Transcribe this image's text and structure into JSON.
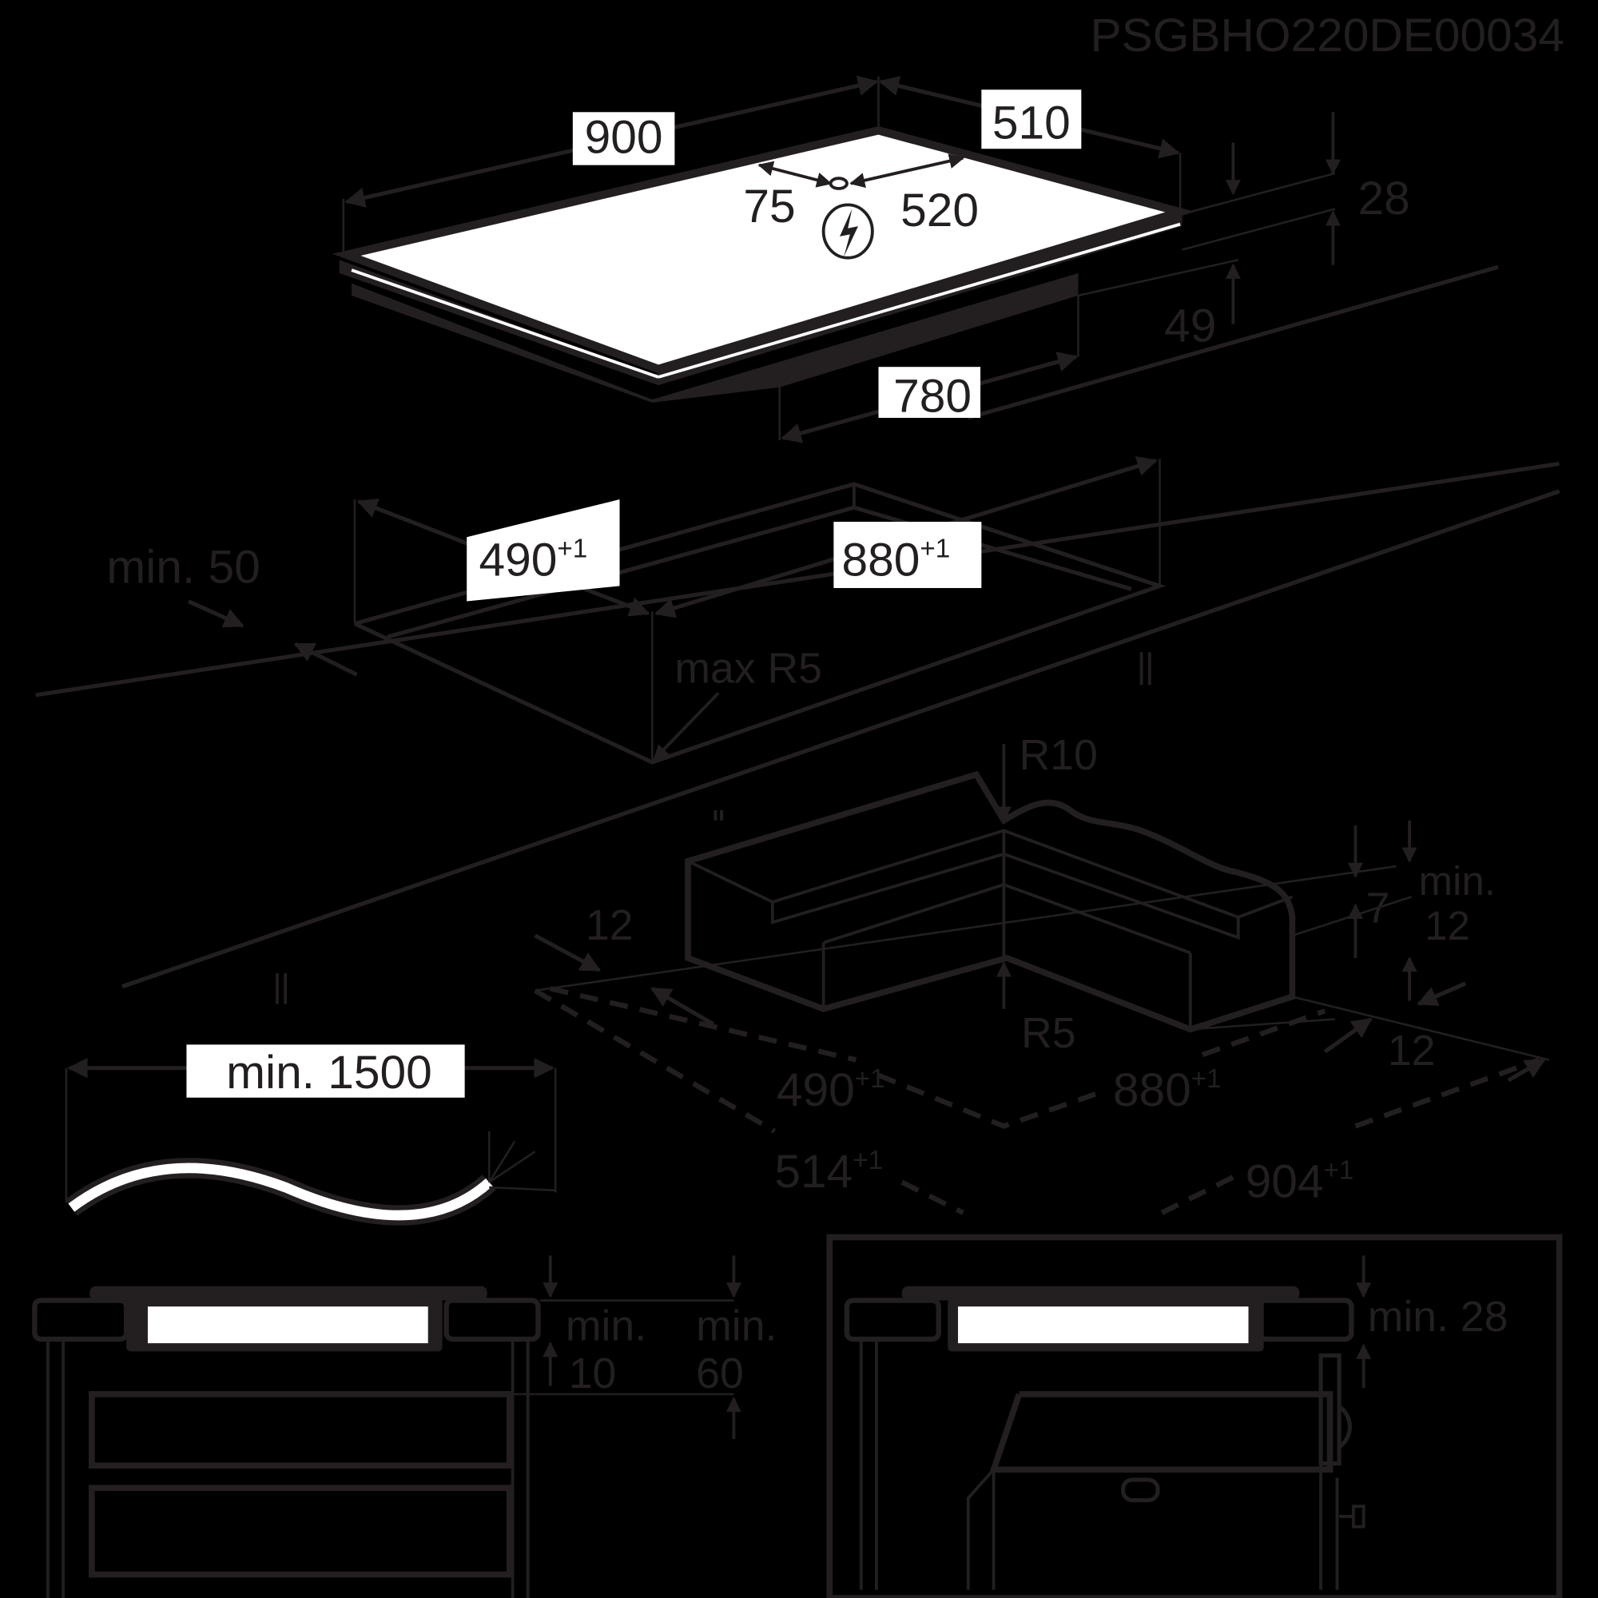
{
  "document": {
    "drawing_code": "PSGBHO220DE00034",
    "type": "Built-in hob installation dimensions diagram",
    "colors": {
      "background": "#000000",
      "ink": "#231f20",
      "label_bg": "#ffffff"
    }
  },
  "hob": {
    "width": "900",
    "depth": "510",
    "connection_from_front": "75",
    "connection_from_side": "520",
    "electrical_icon": "electric-hazard-icon",
    "total_height": "28",
    "underside_height": "49",
    "bottom_width": "780"
  },
  "cutout": {
    "depth": "490",
    "depth_tol": "+1",
    "width": "880",
    "width_tol": "+1",
    "min_front_distance": "min. 50",
    "corner_radius": "max R5"
  },
  "frame_detail": {
    "corner_radius_outer": "R10",
    "corner_radius_inner": "R5",
    "front_edge": "12",
    "side_edge": "12",
    "step_height": "7",
    "min_label": "min.",
    "min_thickness": "12",
    "inner_depth": "490",
    "inner_depth_tol": "+1",
    "inner_width": "880",
    "inner_width_tol": "+1",
    "outer_depth": "514",
    "outer_depth_tol": "+1",
    "outer_width": "904",
    "outer_width_tol": "+1"
  },
  "cable": {
    "min_length": "min. 1500"
  },
  "section_drawer": {
    "label_a_line1": "min.",
    "label_a_line2": "10",
    "label_b_line1": "min.",
    "label_b_line2": "60"
  },
  "section_oven": {
    "label": "min. 28"
  }
}
